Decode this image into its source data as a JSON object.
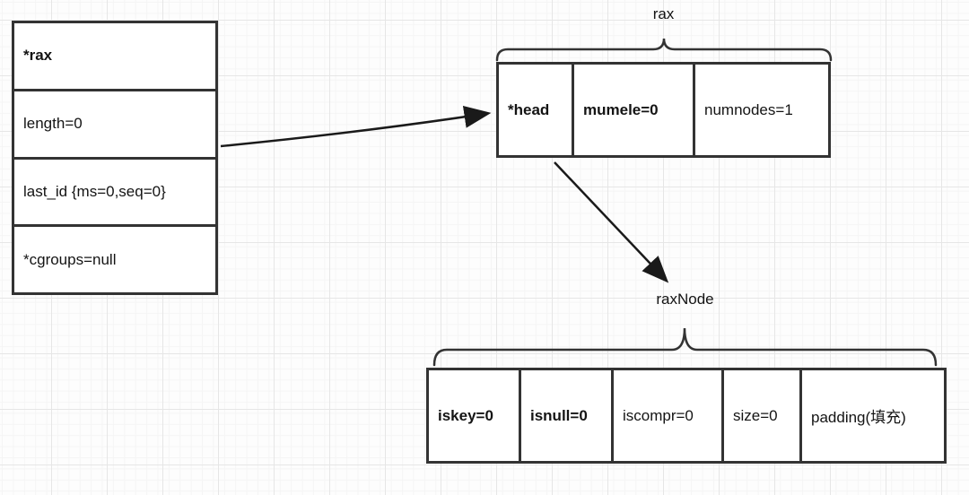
{
  "diagram": {
    "left_struct": {
      "rows": [
        {
          "label": "*rax",
          "bold": true
        },
        {
          "label": "length=0",
          "bold": false
        },
        {
          "label": "last_id {ms=0,seq=0}",
          "bold": false
        },
        {
          "label": "*cgroups=null",
          "bold": false
        }
      ]
    },
    "rax_group": {
      "label": "rax",
      "cells": [
        {
          "label": "*head",
          "bold": true
        },
        {
          "label": "mumele=0",
          "bold": true
        },
        {
          "label": "numnodes=1",
          "bold": false
        }
      ]
    },
    "raxnode_group": {
      "label": "raxNode",
      "cells": [
        {
          "label": "iskey=0",
          "bold": true
        },
        {
          "label": "isnull=0",
          "bold": true
        },
        {
          "label": "iscompr=0",
          "bold": false
        },
        {
          "label": "size=0",
          "bold": false
        },
        {
          "label": "padding(填充)",
          "bold": false
        }
      ]
    },
    "colors": {
      "border": "#333333",
      "text": "#141414",
      "grid_major": "#e6e6e6",
      "grid_minor": "#f5f5f5",
      "background": "#fdfdfd"
    }
  }
}
